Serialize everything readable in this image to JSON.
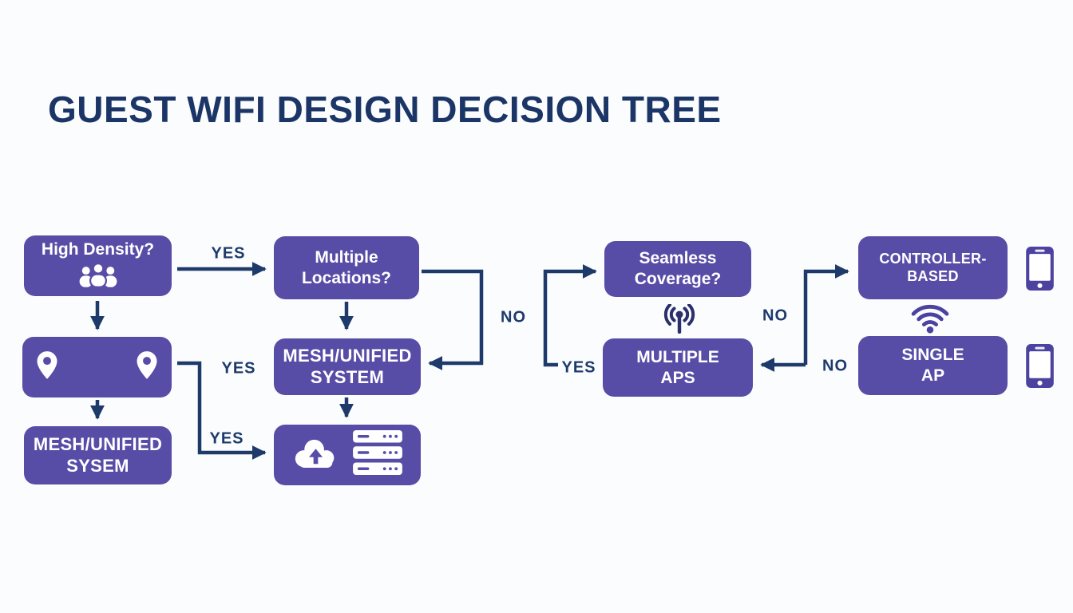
{
  "title": "GUEST WIFI DESIGN DECISION TREE",
  "colors": {
    "bg": "#fbfcfd",
    "box_purple": "#584da6",
    "navy": "#1d3a6b",
    "title_navy": "#1b3566",
    "icon_purple": "#4c42a0",
    "antenna_navy": "#2b2f6b"
  },
  "nodes": {
    "high_density": {
      "label": "High Density?",
      "icon": "people-group-icon"
    },
    "locations": {
      "icon_left": "map-pin-icon",
      "icon_right": "map-pin-icon"
    },
    "mesh_unified_sysem": {
      "line1": "MESH/UNIFIED",
      "line2": "SYSEM"
    },
    "multiple_locations": {
      "line1": "Multiple",
      "line2": "Locations?"
    },
    "mesh_unified_system": {
      "line1": "MESH/UNIFIED",
      "line2": "SYSTEM"
    },
    "cloud_servers": {
      "icon_left": "cloud-upload-icon",
      "icon_right": "server-stack-icon"
    },
    "seamless_coverage": {
      "line1": "Seamless",
      "line2": "Coverage?"
    },
    "multiple_aps": {
      "line1": "MULTIPLE",
      "line2": "APS"
    },
    "controller_based": {
      "label": "CONTROLLER-BASED"
    },
    "single_ap": {
      "line1": "SINGLE",
      "line2": "AP"
    }
  },
  "edge_labels": {
    "yes_high_density": "YES",
    "no_multiple_locations": "NO",
    "yes_locations": "YES",
    "yes_to_cloud": "YES",
    "yes_seamless": "YES",
    "no_seamless": "NO",
    "no_single_ap": "NO"
  },
  "standalone_icons": {
    "antenna": "antenna-broadcast-icon",
    "wifi": "wifi-icon",
    "phone_top": "smartphone-icon",
    "phone_bottom": "smartphone-icon"
  }
}
